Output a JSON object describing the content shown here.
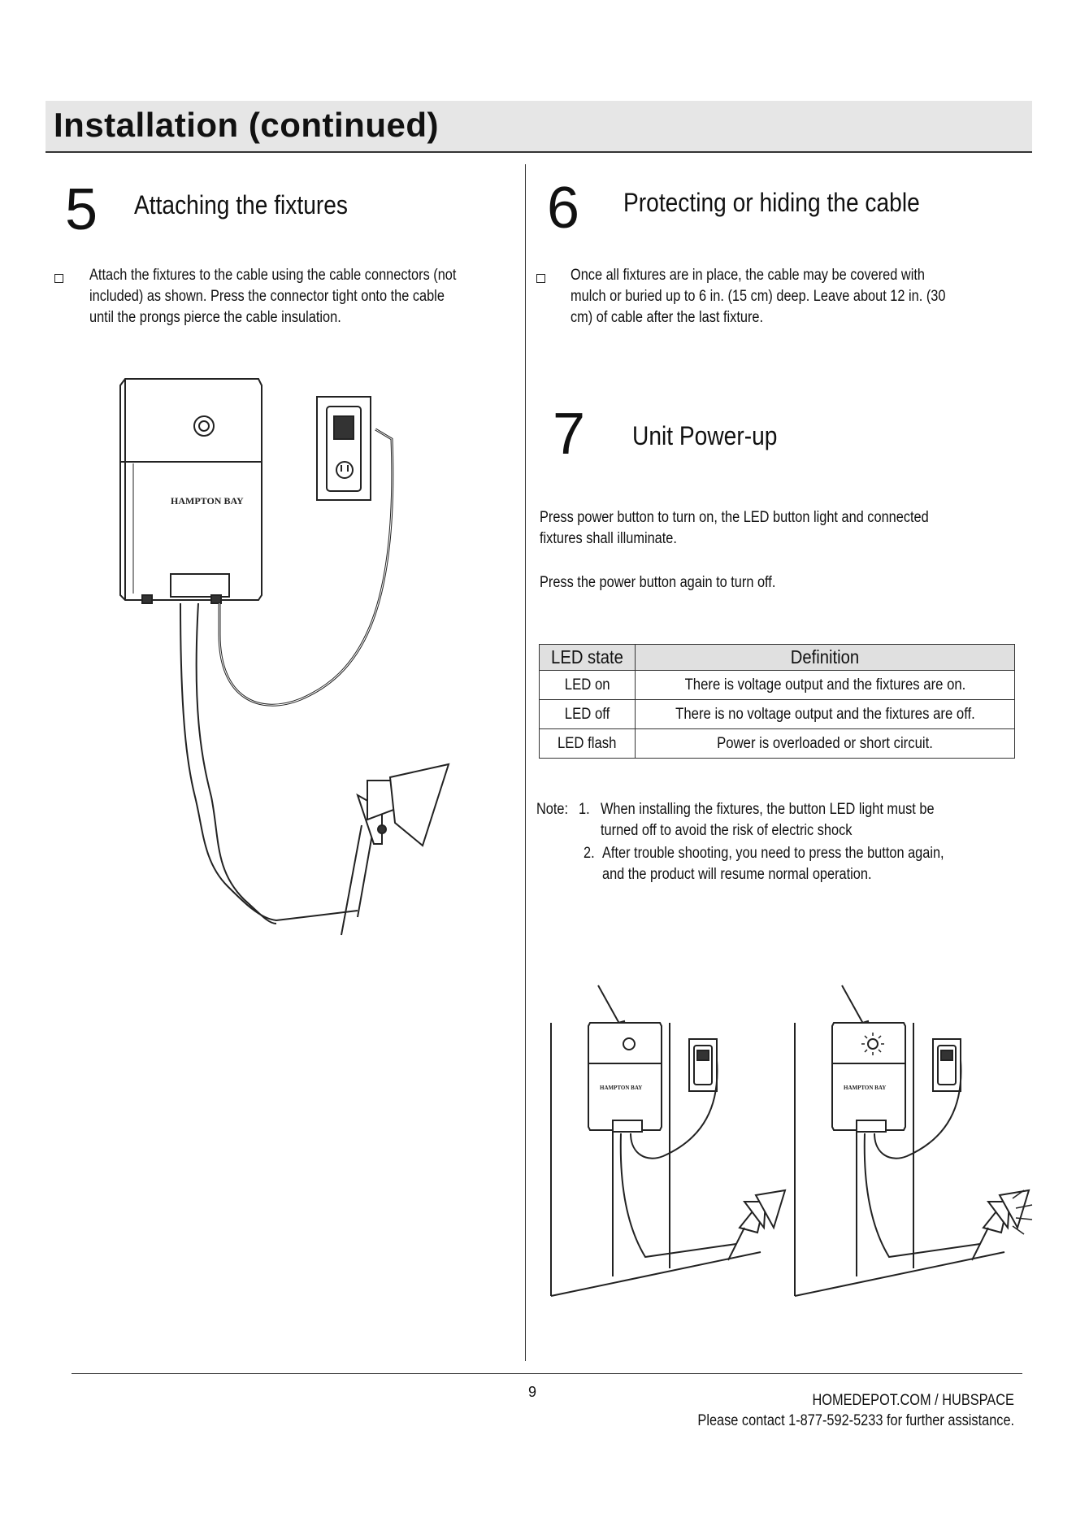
{
  "header": {
    "title": "Installation (continued)"
  },
  "step5": {
    "number": "5",
    "title": "Attaching the fixtures",
    "lines": [
      "Attach the fixtures to the cable using the cable connectors (not",
      "included) as shown. Press the connector tight onto the cable",
      "until the prongs pierce the cable insulation."
    ]
  },
  "step6": {
    "number": "6",
    "title": "Protecting or hiding the cable",
    "lines": [
      "Once all fixtures are in place, the cable may be covered with",
      "mulch or buried up to 6 in. (15 cm) deep. Leave about 12 in. (30",
      "cm) of cable after the last fixture."
    ]
  },
  "step7": {
    "number": "7",
    "title": "Unit Power-up",
    "para1": [
      "Press power button to turn on, the LED button light and connected",
      "fixtures shall illuminate."
    ],
    "para2": "Press the power button again to turn off."
  },
  "led_table": {
    "headers": [
      "LED state",
      "Definition"
    ],
    "rows": [
      [
        "LED on",
        "There is voltage output and the fixtures are on."
      ],
      [
        "LED off",
        "There is no voltage output and the fixtures are off."
      ],
      [
        "LED flash",
        "Power is overloaded or short circuit."
      ]
    ]
  },
  "note": {
    "label": "Note:",
    "items": [
      {
        "num": "1.",
        "lines": [
          "When installing the fixtures, the button LED light must be",
          "turned off to avoid the risk of electric shock"
        ]
      },
      {
        "num": "2.",
        "lines": [
          "After trouble shooting, you need to press the button again,",
          "and the product will resume normal operation."
        ]
      }
    ]
  },
  "illustration": {
    "brand_label": "HAMPTON BAY"
  },
  "footer": {
    "page_number": "9",
    "site": "HOMEDEPOT.COM / HUBSPACE",
    "contact": "Please contact 1-877-592-5233 for further assistance."
  }
}
